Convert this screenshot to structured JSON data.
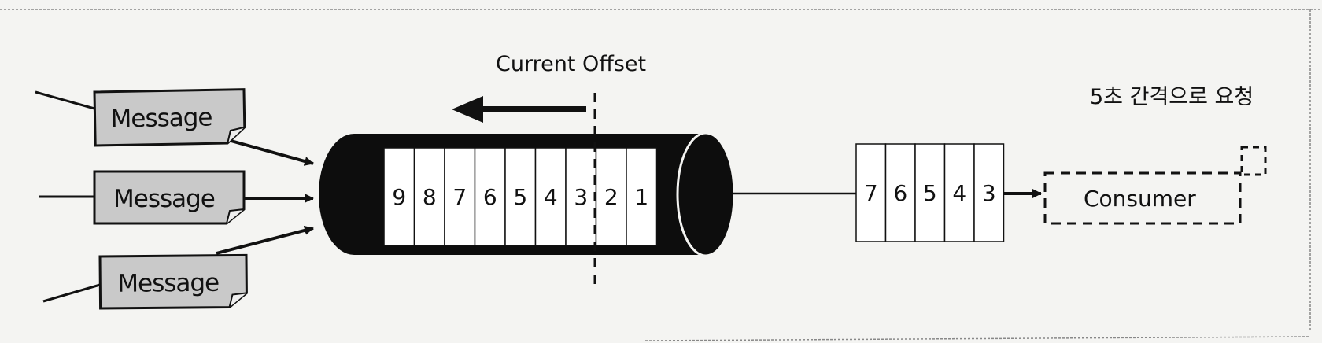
{
  "diagram": {
    "offset_label": "Current Offset",
    "polling_label": "5초 간격으로 요청",
    "messages": [
      "Message",
      "Message",
      "Message"
    ],
    "queue_cells": [
      "9",
      "8",
      "7",
      "6",
      "5",
      "4",
      "3",
      "2",
      "1"
    ],
    "fetched_cells": [
      "7",
      "6",
      "5",
      "4",
      "3"
    ],
    "consumer_label": "Consumer"
  }
}
